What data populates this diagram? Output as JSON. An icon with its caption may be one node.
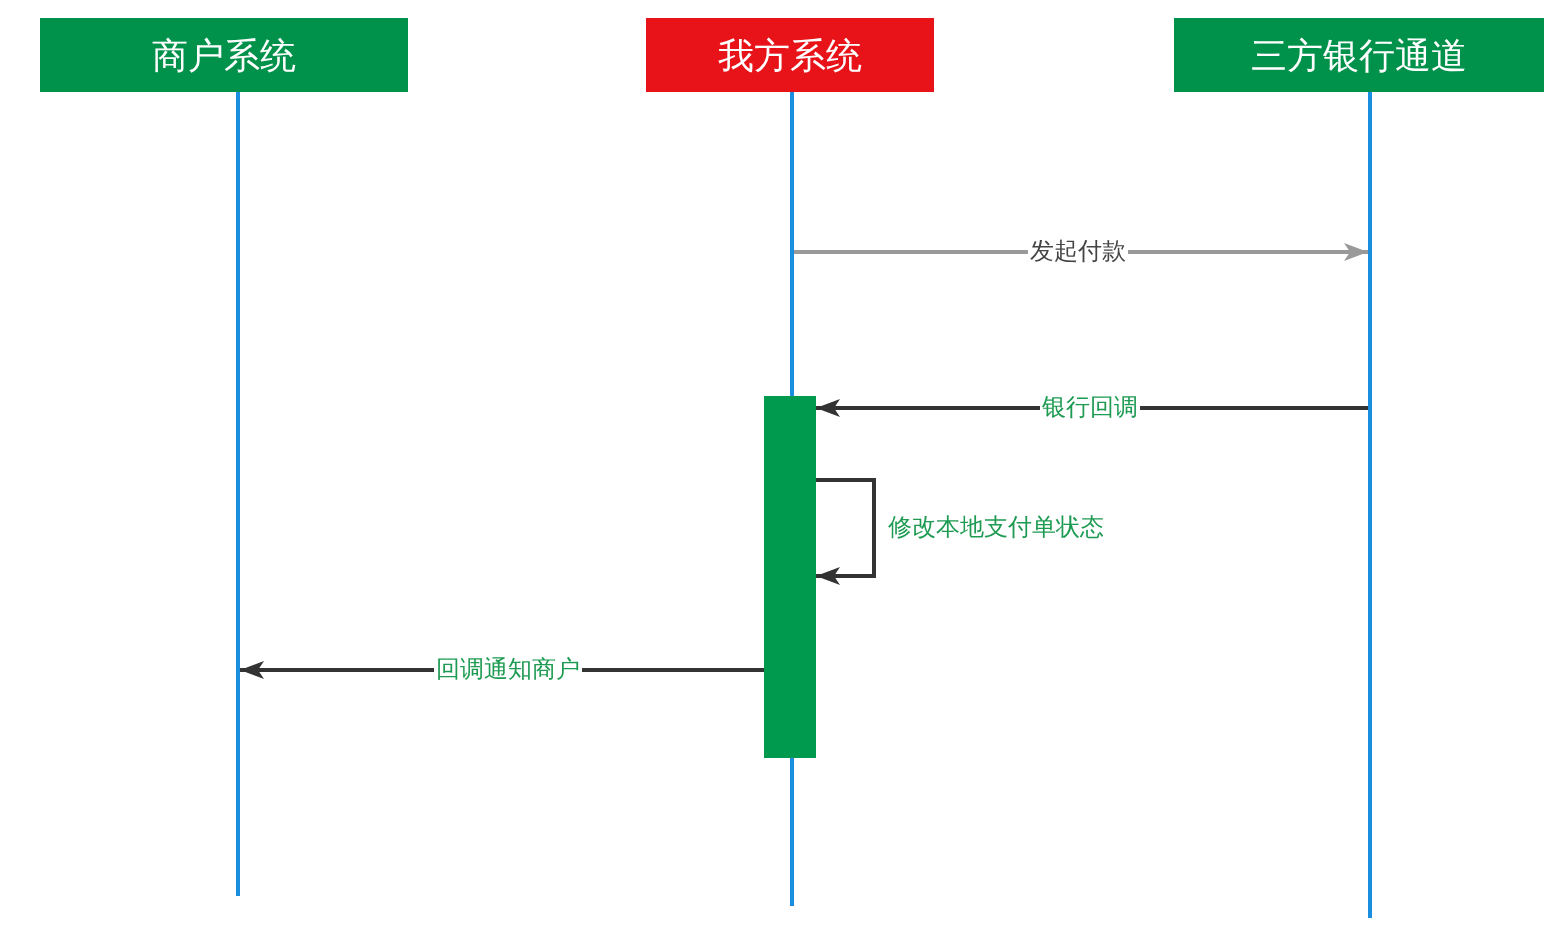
{
  "diagram": {
    "nodes": [
      {
        "text": [
          "商户系统"
        ]
      },
      {
        "text": [
          "我方系统"
        ]
      },
      {
        "text": [
          "三方银行通道"
        ]
      },
      {
        "text": [],
        "shape": "line"
      },
      {
        "text": [],
        "shape": "line"
      },
      {
        "text": [],
        "shape": "line"
      },
      {
        "text": [],
        "shape": "bar"
      }
    ],
    "edges": [
      {
        "from": 4,
        "to": 5,
        "arrow": "to",
        "label": "发起付款",
        "color": "#999999"
      },
      {
        "from": 5,
        "to": 6,
        "arrow": "to",
        "label": "银行回调"
      },
      {
        "from": 6,
        "to": 6,
        "arrow": "to",
        "label": "修改本地支付单状态"
      },
      {
        "from": 6,
        "to": 3,
        "arrow": "to",
        "label": "回调通知商户"
      }
    ]
  }
}
